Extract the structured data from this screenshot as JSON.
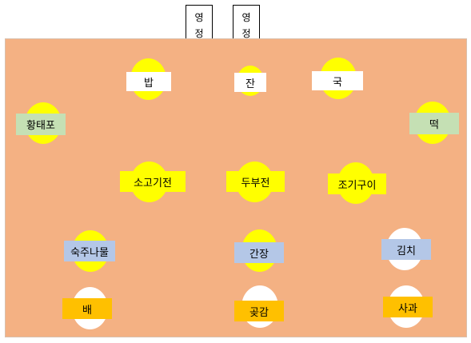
{
  "colors": {
    "table": "#F4B183",
    "plate_yellow": "#FFFF00",
    "plate_white": "#FFFFFF",
    "label_white": "#FFFFFF",
    "label_green": "#C5E0B4",
    "label_blue": "#B4C7E7",
    "label_orange": "#FFC000"
  },
  "tablets": [
    {
      "char1": "영",
      "char2": "정"
    },
    {
      "char1": "영",
      "char2": "정"
    }
  ],
  "row1": {
    "rice": "밥",
    "cup": "잔",
    "soup": "국"
  },
  "row2": {
    "left": "황태포",
    "right": "떡"
  },
  "row3": {
    "beef": "소고기전",
    "tofu": "두부전",
    "fish": "조기구이"
  },
  "row4": {
    "sprouts": "숙주나물",
    "soy": "간장",
    "kimchi": "김치"
  },
  "row5": {
    "pear": "배",
    "persimmon": "곶감",
    "apple": "사과"
  }
}
